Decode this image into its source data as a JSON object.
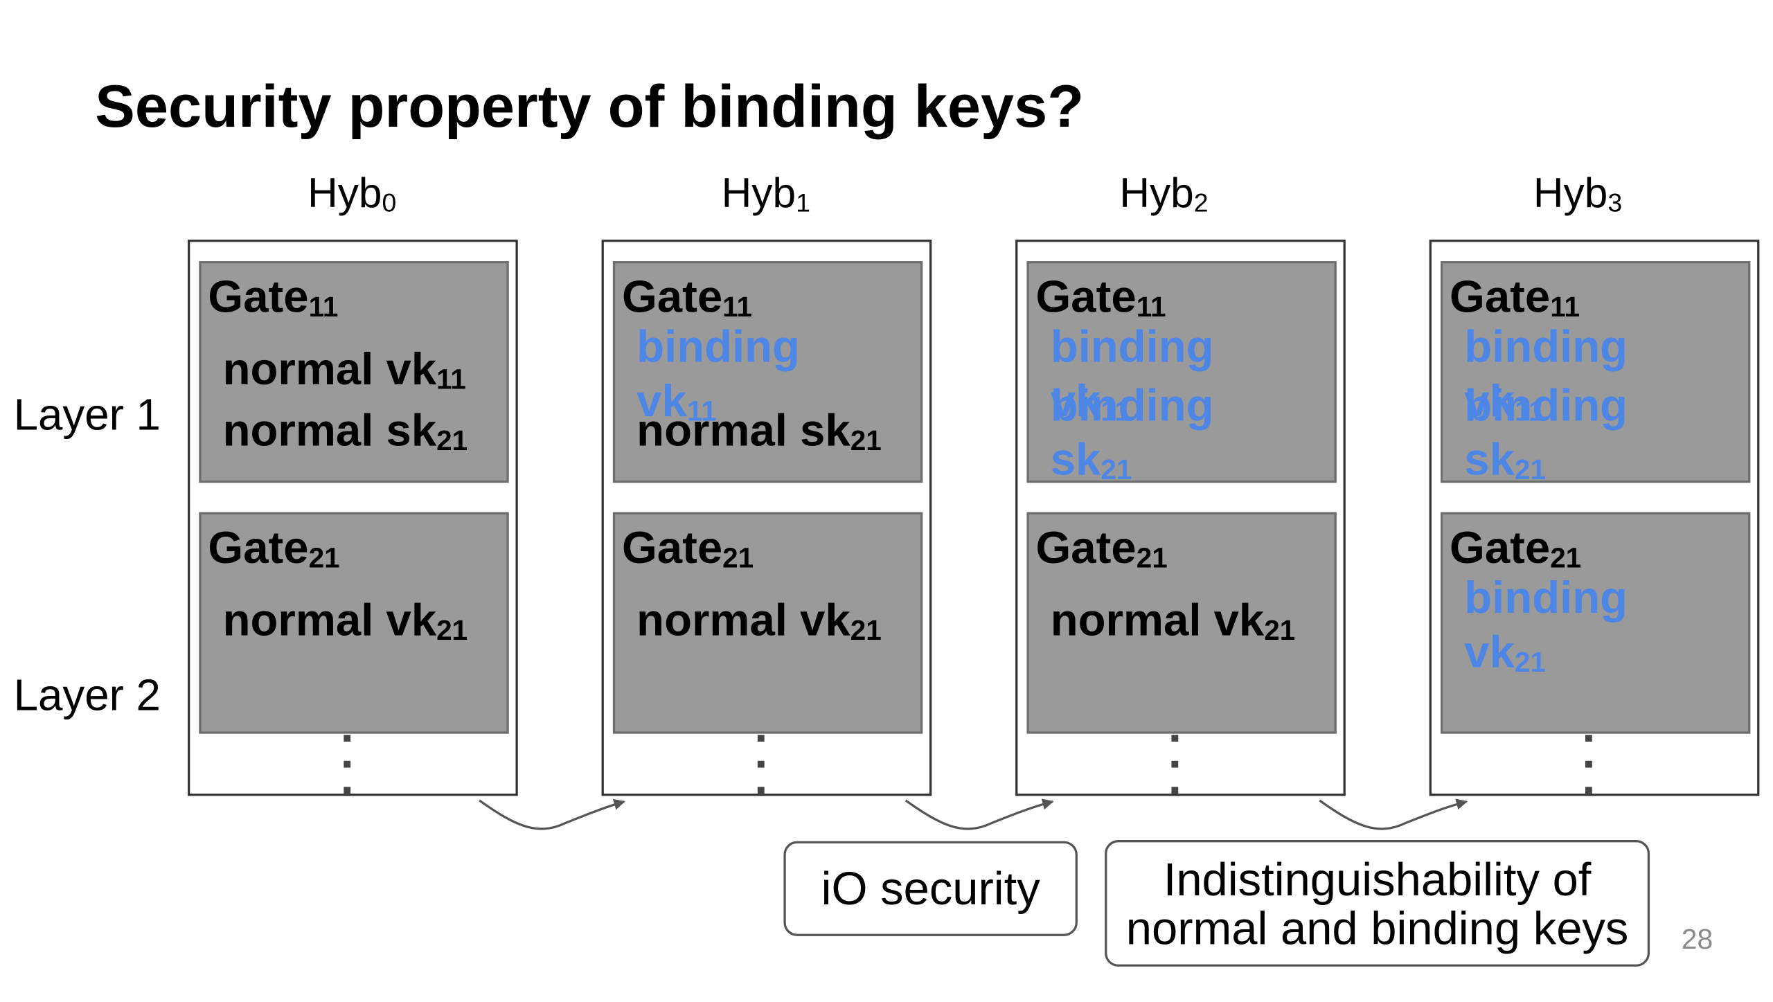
{
  "title": "Security property of binding keys?",
  "hybrids": [
    {
      "label_base": "Hyb",
      "label_sub": "0"
    },
    {
      "label_base": "Hyb",
      "label_sub": "1"
    },
    {
      "label_base": "Hyb",
      "label_sub": "2"
    },
    {
      "label_base": "Hyb",
      "label_sub": "3"
    }
  ],
  "layers": [
    "Layer 1",
    "Layer 2"
  ],
  "text": {
    "gate": "Gate",
    "sub11": "11",
    "sub21": "21",
    "normal_vk": "normal vk",
    "normal_sk": "normal sk",
    "binding": "binding",
    "vk": "vk",
    "sk": "sk"
  },
  "callouts": {
    "io_security": "iO security",
    "indist_line1": "Indistinguishability of",
    "indist_line2": "normal and binding keys"
  },
  "page_number": "28",
  "colors": {
    "gate_fill": "#9a9a9a",
    "binding_text": "#4e86e6",
    "border": "#333333"
  }
}
